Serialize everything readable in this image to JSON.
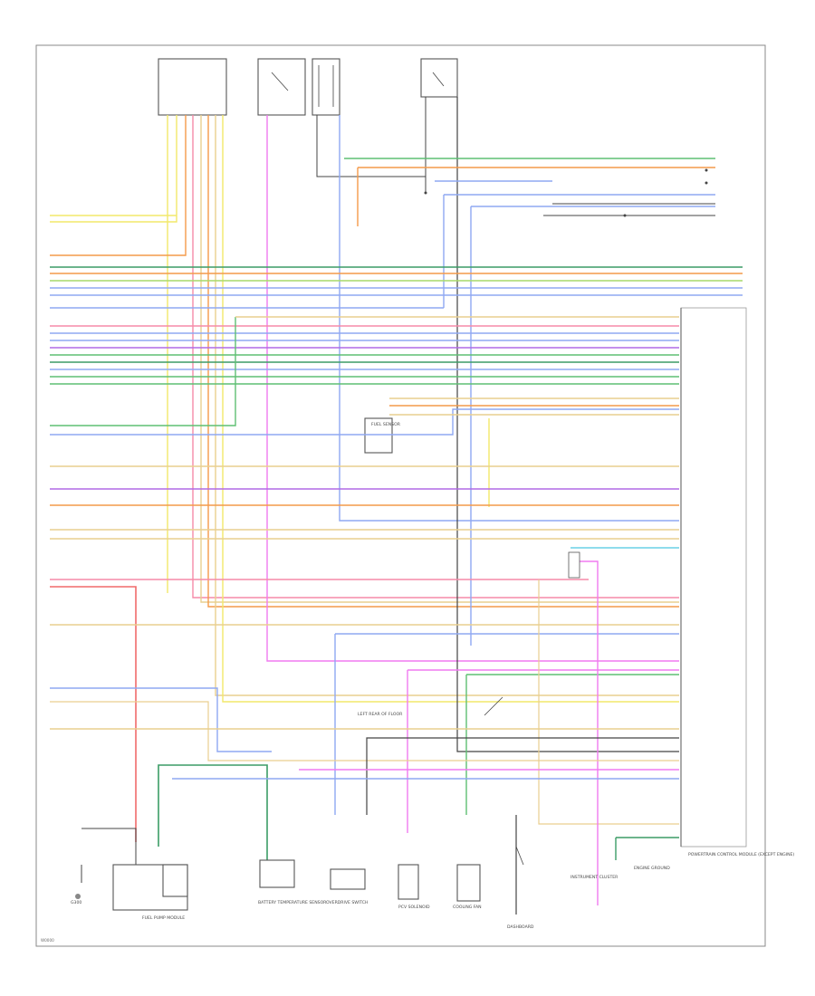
{
  "colors": {
    "yellow": "#f2e86a",
    "orange": "#f49a4a",
    "pink": "#f58aa8",
    "green": "#5fbf73",
    "dkgreen": "#3b9c66",
    "blue": "#8fa8f2",
    "violet": "#b06ae6",
    "tan": "#e9cf8f",
    "gray": "#9a9a9a",
    "magenta": "#f07af0",
    "cyan": "#6ad0e6",
    "black": "#444444",
    "red": "#f06a6a",
    "lime": "#a7d96a"
  },
  "components": {
    "pcm": "POWERTRAIN CONTROL MODULE (EXCEPT ENGINE)",
    "fuel_pump_module": "FUEL PUMP MODULE",
    "left_rear_floor": "LEFT REAR OF FLOOR",
    "battery_temp": "BATTERY TEMPERATURE SENSOR",
    "overdrive": "OVERDRIVE SWITCH",
    "pcv": "PCV SOLENOID",
    "cooling_fan": "COOLING FAN",
    "dashboard": "DASHBOARD",
    "inst_cluster": "INSTRUMENT CLUSTER",
    "engine_ground": "ENGINE GROUND",
    "fuel_sensor": "FUEL SENSOR",
    "cut": "G300",
    "footer_code": "W0000"
  }
}
